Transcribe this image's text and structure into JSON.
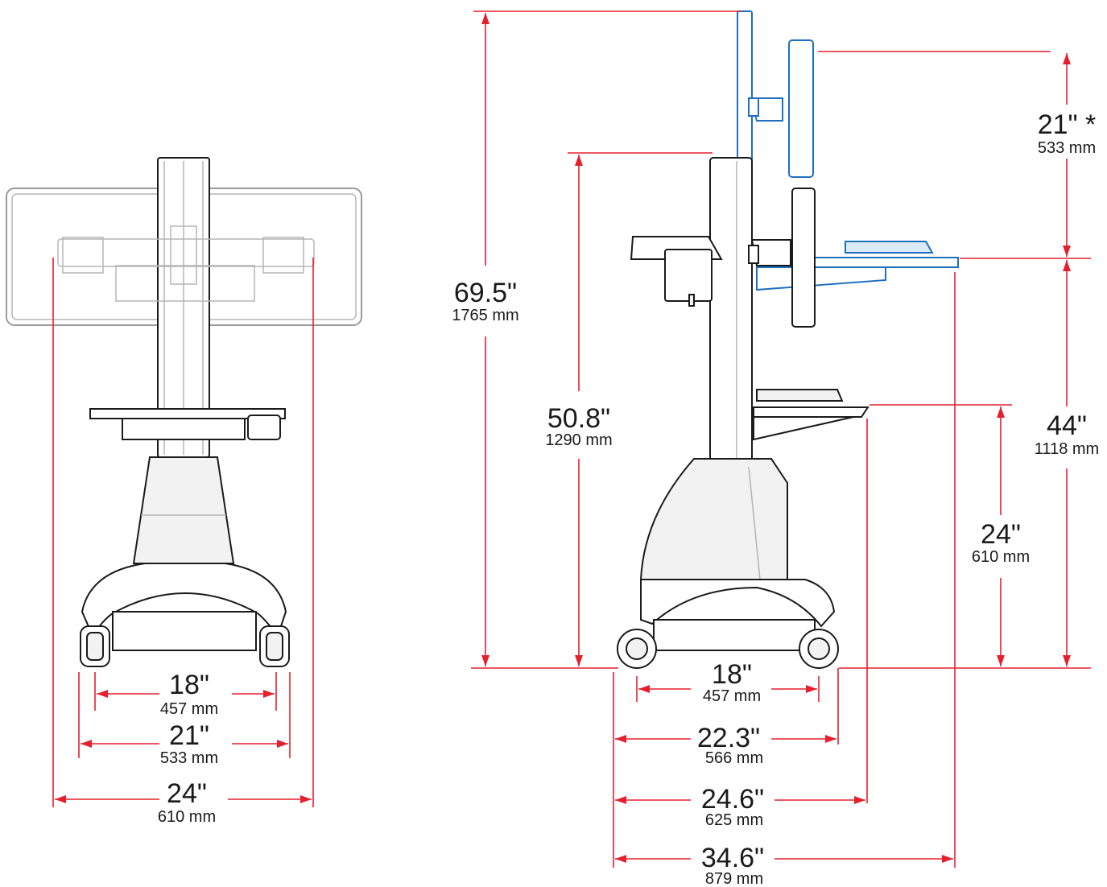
{
  "colors": {
    "dimension": "#e5202e",
    "outline": "#1a1a1a",
    "ghost": "#9a9a9a",
    "raised": "#1f6fbf"
  },
  "front_view": {
    "wheel_base": {
      "inches": "18\"",
      "mm": "457 mm"
    },
    "base_width": {
      "inches": "21\"",
      "mm": "533 mm"
    },
    "monitor_span": {
      "inches": "24\"",
      "mm": "610 mm"
    }
  },
  "side_view": {
    "total_height": {
      "inches": "69.5\"",
      "mm": "1765 mm"
    },
    "mast_height": {
      "inches": "50.8\"",
      "mm": "1290 mm"
    },
    "monitor_travel": {
      "inches": "21\" *",
      "mm": "533 mm"
    },
    "work_surface_max": {
      "inches": "44\"",
      "mm": "1118 mm"
    },
    "work_surface_min": {
      "inches": "24\"",
      "mm": "610 mm"
    },
    "wheel_base": {
      "inches": "18\"",
      "mm": "457 mm"
    },
    "base_depth": {
      "inches": "22.3\"",
      "mm": "566 mm"
    },
    "depth_lowered": {
      "inches": "24.6\"",
      "mm": "625 mm"
    },
    "depth_raised": {
      "inches": "34.6\"",
      "mm": "879 mm"
    }
  }
}
